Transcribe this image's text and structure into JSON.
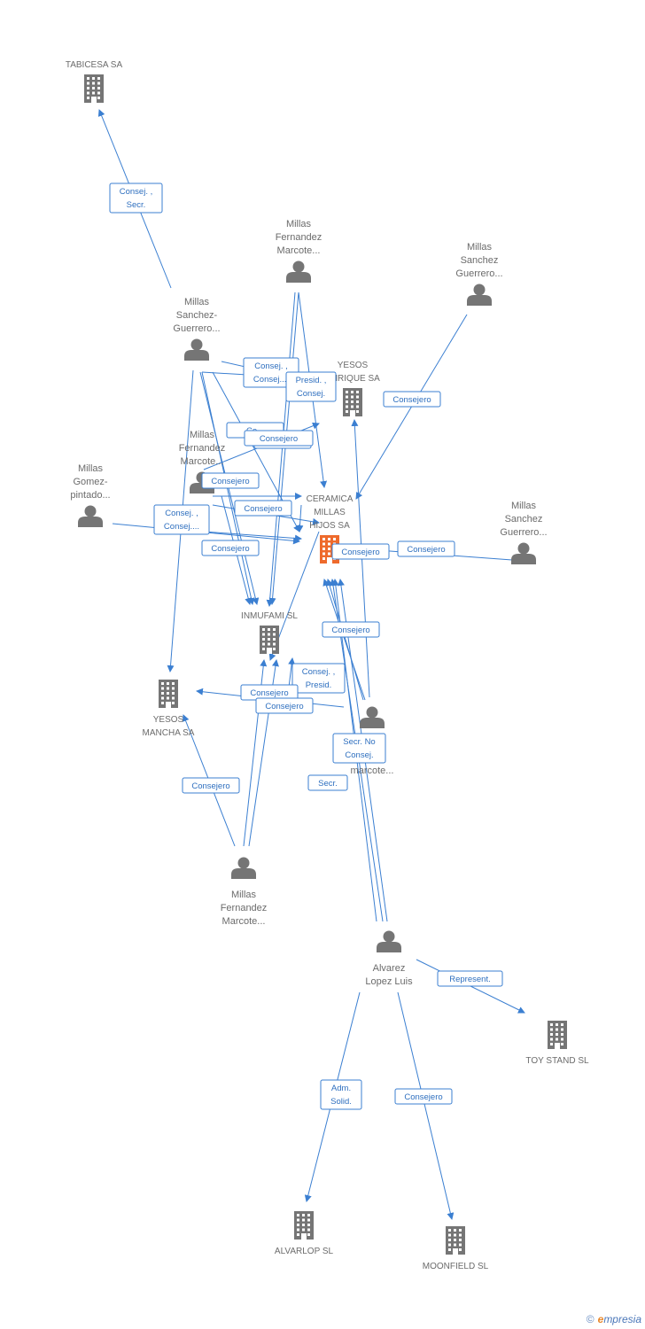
{
  "colors": {
    "edge": "#3b7fd1",
    "node": "#757575",
    "focus": "#ee6a2c",
    "label": "#6b6b6b"
  },
  "footer": {
    "copyright": "©",
    "brand_initial": "e",
    "brand_rest": "mpresia"
  },
  "nodes": [
    {
      "id": "tabicesa",
      "type": "company",
      "label": [
        "TABICESA SA"
      ]
    },
    {
      "id": "p_msg1",
      "type": "person",
      "label": [
        "Millas",
        "Sanchez-",
        "Guerrero..."
      ]
    },
    {
      "id": "p_mfm_top",
      "type": "person",
      "label": [
        "Millas",
        "Fernandez",
        "Marcote..."
      ]
    },
    {
      "id": "p_msg_tr",
      "type": "person",
      "label": [
        "Millas",
        "Sanchez",
        "Guerrero..."
      ]
    },
    {
      "id": "yesos_enrique",
      "type": "company",
      "label": [
        "YESOS",
        "ENRIQUE SA"
      ]
    },
    {
      "id": "p_mfm_mid",
      "type": "person",
      "label": [
        "Millas",
        "Fernandez",
        "Marcote..."
      ]
    },
    {
      "id": "p_mgp",
      "type": "person",
      "label": [
        "Millas",
        "Gomez-",
        "pintado..."
      ]
    },
    {
      "id": "ceramica",
      "type": "focus",
      "label": [
        "CERAMICA",
        "MILLAS",
        "HIJOS SA"
      ]
    },
    {
      "id": "p_msg_r",
      "type": "person",
      "label": [
        "Millas",
        "Sanchez",
        "Guerrero..."
      ]
    },
    {
      "id": "inmufami",
      "type": "company",
      "label": [
        "INMUFAMI SL"
      ]
    },
    {
      "id": "yesos_mancha",
      "type": "company",
      "label": [
        "YESOS",
        "MANCHA SA"
      ]
    },
    {
      "id": "p_mm",
      "type": "person",
      "label": [
        "",
        "ez-",
        "marcote..."
      ]
    },
    {
      "id": "p_mfm_bot",
      "type": "person",
      "label": [
        "Millas",
        "Fernandez",
        "Marcote..."
      ]
    },
    {
      "id": "p_alvarez",
      "type": "person",
      "label": [
        "Alvarez",
        "Lopez Luis"
      ]
    },
    {
      "id": "toystand",
      "type": "company",
      "label": [
        "TOY STAND SL"
      ]
    },
    {
      "id": "alvarlop",
      "type": "company",
      "label": [
        "ALVARLOP SL"
      ]
    },
    {
      "id": "moonfield",
      "type": "company",
      "label": [
        "MOONFIELD SL"
      ]
    }
  ],
  "edges": [
    {
      "id": "e1",
      "lines": [
        "Consej. ,",
        "Secr."
      ]
    },
    {
      "id": "e2",
      "lines": [
        "Consej. ,",
        "Consej...."
      ]
    },
    {
      "id": "e3",
      "lines": [
        "Presid. ,",
        "Consej."
      ]
    },
    {
      "id": "e4",
      "lines": [
        "Consejero"
      ]
    },
    {
      "id": "e5",
      "lines": [
        "Co..."
      ]
    },
    {
      "id": "e6",
      "lines": [
        "Consejero"
      ]
    },
    {
      "id": "e7",
      "lines": [
        "Consejero"
      ]
    },
    {
      "id": "e8",
      "lines": [
        "Consejero"
      ]
    },
    {
      "id": "e9",
      "lines": [
        "Consej. ,",
        "Consej...."
      ]
    },
    {
      "id": "e10",
      "lines": [
        "Consejero"
      ]
    },
    {
      "id": "e11",
      "lines": [
        "Consejero"
      ]
    },
    {
      "id": "e12",
      "lines": [
        "Consejero"
      ]
    },
    {
      "id": "e13",
      "lines": [
        "Consejero"
      ]
    },
    {
      "id": "e14",
      "lines": [
        "Consej. ,",
        "Presid."
      ]
    },
    {
      "id": "e15",
      "lines": [
        "Consejero"
      ]
    },
    {
      "id": "e16",
      "lines": [
        "Consejero"
      ]
    },
    {
      "id": "e17",
      "lines": [
        "Secr.  No",
        "Consej."
      ]
    },
    {
      "id": "e18",
      "lines": [
        "Consejero"
      ]
    },
    {
      "id": "e19",
      "lines": [
        "Consejero"
      ]
    },
    {
      "id": "e20",
      "lines": [
        "Secr."
      ]
    },
    {
      "id": "e21",
      "lines": [
        "Represent."
      ]
    },
    {
      "id": "e22",
      "lines": [
        "Adm.",
        "Solid."
      ]
    },
    {
      "id": "e23",
      "lines": [
        "Consejero"
      ]
    }
  ]
}
